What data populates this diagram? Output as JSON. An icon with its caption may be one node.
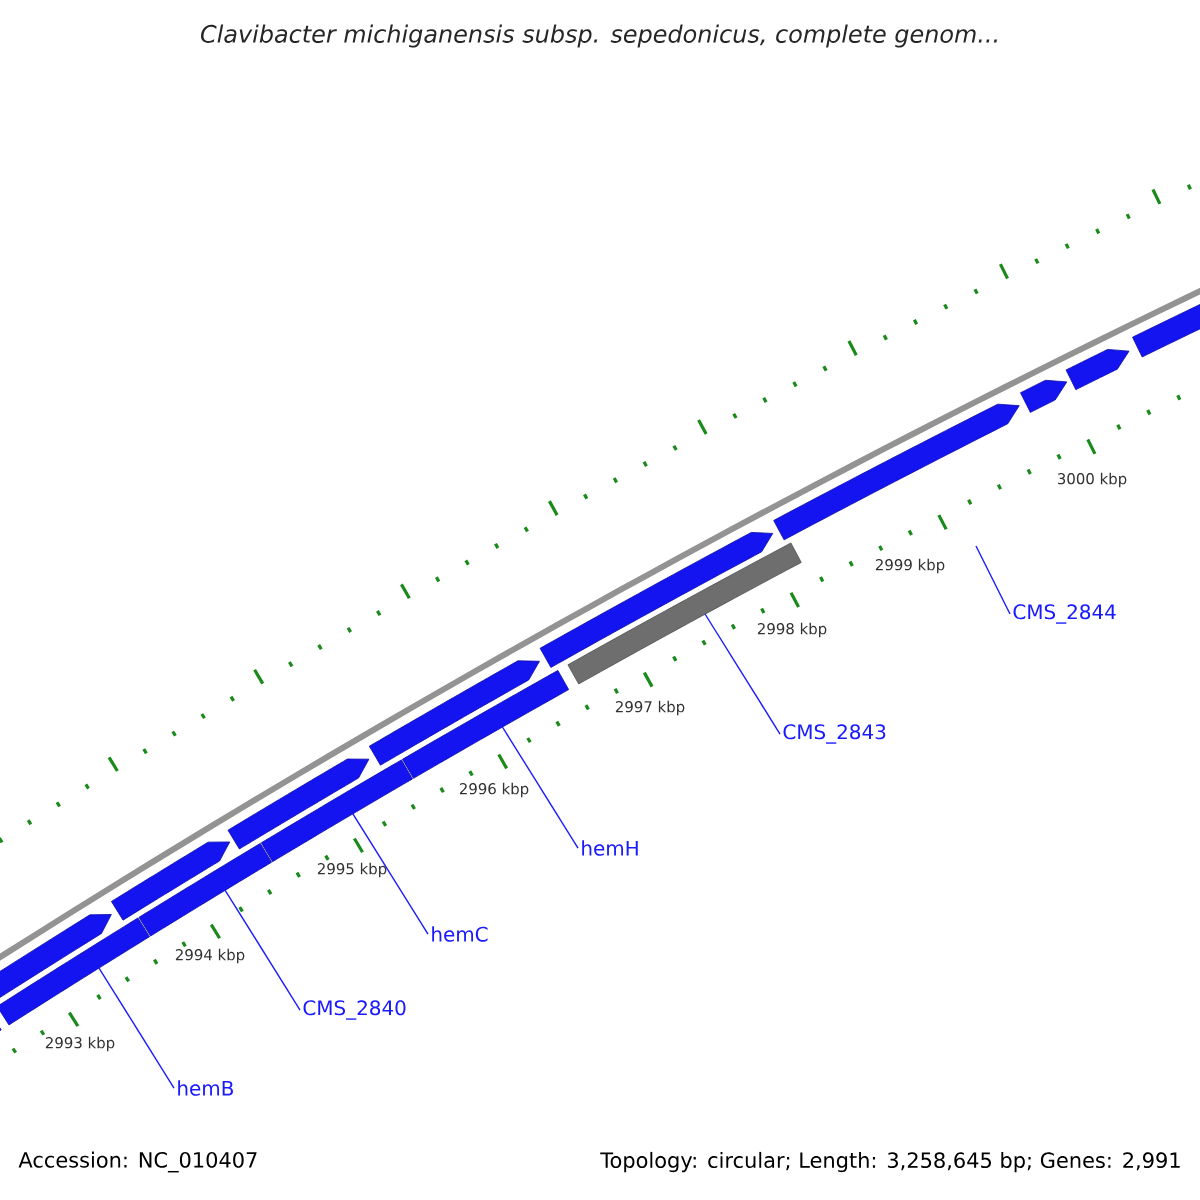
{
  "diagram": {
    "title": "*Clavibacter michiganensis subsp. sepedonicus, complete genom...*",
    "nodes": [
      {
        "text": [
          "hemB"
        ]
      },
      {
        "text": [
          "CMS_2840"
        ]
      },
      {
        "text": [
          "hemC"
        ]
      },
      {
        "text": [
          "hemH"
        ]
      },
      {
        "text": [
          "CMS_2843"
        ]
      },
      {
        "text": [
          "CMS_2844"
        ]
      },
      {
        "text": [],
        "shape": "bar"
      },
      {
        "text": [],
        "shape": "bar"
      },
      {
        "text": [],
        "shape": "bar"
      },
      {
        "text": [],
        "shape": "bar"
      },
      {
        "text": [],
        "shape": "bar"
      }
    ],
    "edges": [
      {
        "from": 0,
        "to": 6,
        "arrow": "none"
      },
      {
        "from": 1,
        "to": 7,
        "arrow": "none"
      },
      {
        "from": 2,
        "to": 8,
        "arrow": "none"
      },
      {
        "from": 3,
        "to": 9,
        "arrow": "none"
      },
      {
        "from": 4,
        "to": 10,
        "arrow": "none"
      },
      {
        "from": 5,
        "to": null,
        "arrow": "none"
      }
    ],
    "labels": [
      "3000 kbp",
      "2999 kbp",
      "2998 kbp",
      "2997 kbp",
      "2996 kbp",
      "2995 kbp",
      "2994 kbp",
      "2993 kbp",
      "Accession: NC_010407",
      "Topology: circular; Length: 3,258,645 bp; Genes: 2,991"
    ]
  }
}
